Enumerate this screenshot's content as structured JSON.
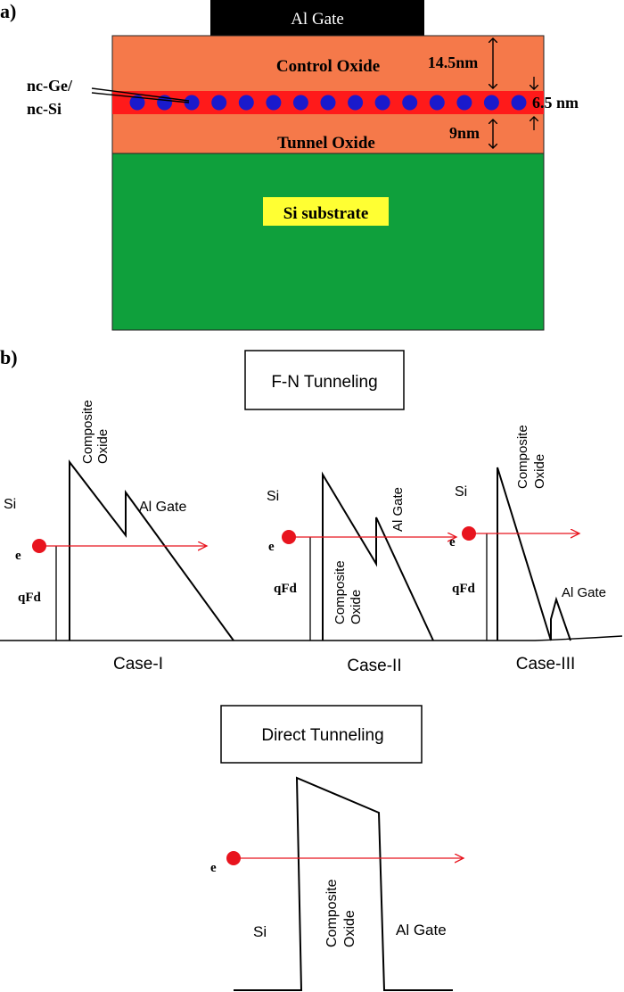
{
  "panel_a": {
    "label": "a)",
    "gate_label": "Al Gate",
    "control_oxide_label": "Control Oxide",
    "tunnel_oxide_label": "Tunnel Oxide",
    "substrate_label": "Si substrate",
    "nc_label_line1": "nc-Ge/",
    "nc_label_line2": "nc-Si",
    "dim_control": "14.5nm",
    "dim_nc": "6.5 nm",
    "dim_tunnel": "9nm",
    "nanocrystal_count": 15,
    "colors": {
      "gate": "#000000",
      "oxide": "#f5794a",
      "nc_layer": "#ff1a1a",
      "nanocrystal": "#1a1acc",
      "substrate": "#0fa03c",
      "substrate_label_bg": "#ffff33"
    }
  },
  "panel_b": {
    "label": "b)",
    "fn_title": "F-N Tunneling",
    "direct_title": "Direct Tunneling",
    "cases": [
      {
        "name": "Case-I",
        "si": "Si",
        "electron": "e",
        "qfd": "qFd",
        "oxide_line1": "Composite",
        "oxide_line2": "Oxide",
        "gate": "Al Gate"
      },
      {
        "name": "Case-II",
        "si": "Si",
        "electron": "e",
        "qfd": "qFd",
        "oxide_line1": "Composite",
        "oxide_line2": "Oxide",
        "gate": "Al Gate"
      },
      {
        "name": "Case-III",
        "si": "Si",
        "electron": "e",
        "qfd": "qFd",
        "oxide_line1": "Composite",
        "oxide_line2": "Oxide",
        "gate": "Al Gate"
      }
    ],
    "direct": {
      "electron": "e",
      "si": "Si",
      "oxide_line1": "Composite",
      "oxide_line2": "Oxide",
      "gate": "Al Gate"
    },
    "colors": {
      "electron": "#e8141e",
      "arrow": "#e8141e",
      "line": "#000000"
    }
  }
}
